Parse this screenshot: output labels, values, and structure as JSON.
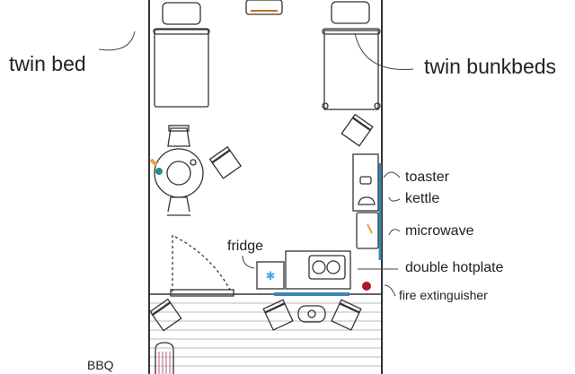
{
  "labels": {
    "twin_bed": "twin bed",
    "twin_bunkbeds": "twin bunkbeds",
    "toaster": "toaster",
    "kettle": "kettle",
    "microwave": "microwave",
    "double_hotplate": "double hotplate",
    "fire_extinguisher": "fire extinguisher",
    "fridge": "fridge",
    "bbq": "BBQ"
  },
  "colors": {
    "counter": "#3a86b4",
    "extinguisher": "#b01820",
    "accent": "#f0a030",
    "fridge_snow": "#4aa8e0",
    "bbq": "#d08090"
  }
}
